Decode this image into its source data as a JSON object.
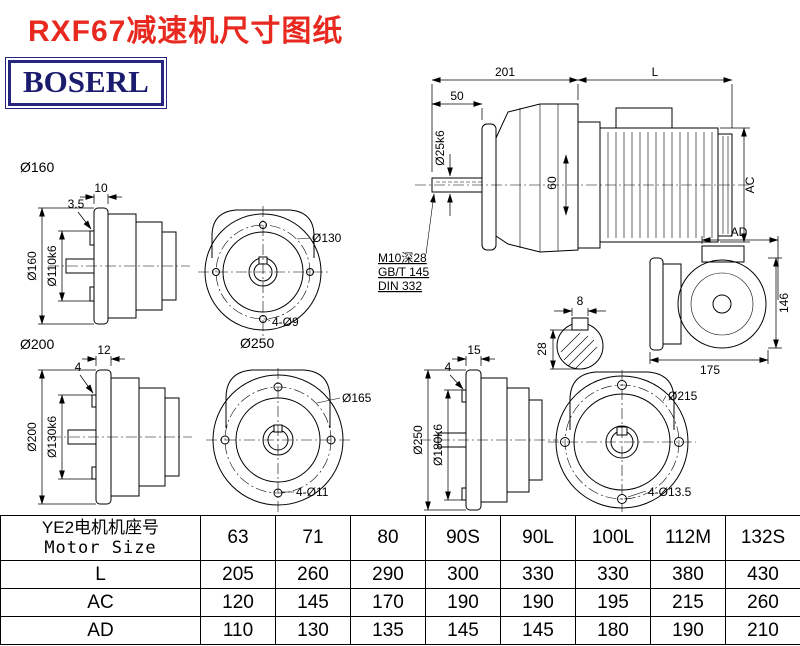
{
  "page": {
    "title": "RXF67减速机尺寸图纸",
    "logo": "BOSERL"
  },
  "colors": {
    "title_red": "#e8291f",
    "logo_navy": "#26267e",
    "line_black": "#000000"
  },
  "main_view": {
    "dim_201": "201",
    "dim_L": "L",
    "dim_50": "50",
    "dim_shaft": "Ø25k6",
    "dim_60": "60",
    "dim_AC": "AC",
    "note1": "M10深28",
    "note2": "GB/T 145",
    "note3": "DIN 332"
  },
  "key_section": {
    "dim_8": "8",
    "dim_28": "28"
  },
  "motor_end_view": {
    "dim_AD": "AD",
    "dim_146": "146",
    "dim_175": "175"
  },
  "view_160": {
    "label": "Ø160",
    "dim_10": "10",
    "dim_35": "3.5",
    "dim_d160": "Ø160",
    "dim_d110": "Ø110k6",
    "front_label": "Ø130",
    "front_holes": "4-Ø9"
  },
  "view_200": {
    "label": "Ø200",
    "dim_12": "12",
    "dim_4": "4",
    "dim_d200": "Ø200",
    "dim_d130": "Ø130k6",
    "front_label": "Ø165",
    "front_holes": "4-Ø11"
  },
  "view_250": {
    "label": "Ø250",
    "dim_15": "15",
    "dim_4": "4",
    "dim_d250": "Ø250",
    "dim_d180": "Ø180k6",
    "front_label": "Ø215",
    "front_holes": "4-Ø13.5"
  },
  "table": {
    "header_label_line1": "YE2电机机座号",
    "header_label_line2": "Motor Size",
    "sizes": [
      "63",
      "71",
      "80",
      "90S",
      "90L",
      "100L",
      "112M",
      "132S"
    ],
    "rows": [
      {
        "label": "L",
        "values": [
          "205",
          "260",
          "290",
          "300",
          "330",
          "330",
          "380",
          "430"
        ]
      },
      {
        "label": "AC",
        "values": [
          "120",
          "145",
          "170",
          "190",
          "190",
          "195",
          "215",
          "260"
        ]
      },
      {
        "label": "AD",
        "values": [
          "110",
          "130",
          "135",
          "145",
          "145",
          "180",
          "190",
          "210"
        ]
      }
    ]
  }
}
